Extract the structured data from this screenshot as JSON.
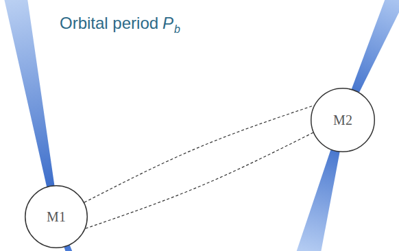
{
  "diagram": {
    "title": "Orbital period",
    "nodes": [
      {
        "text": [
          "M1"
        ]
      },
      {
        "text": [
          "M2"
        ]
      }
    ],
    "edges": [
      {
        "from": 0,
        "to": 1,
        "arrow": "none"
      },
      {
        "from": 0,
        "to": 1,
        "arrow": "none"
      }
    ],
    "labels": [
      "P",
      "b"
    ]
  }
}
